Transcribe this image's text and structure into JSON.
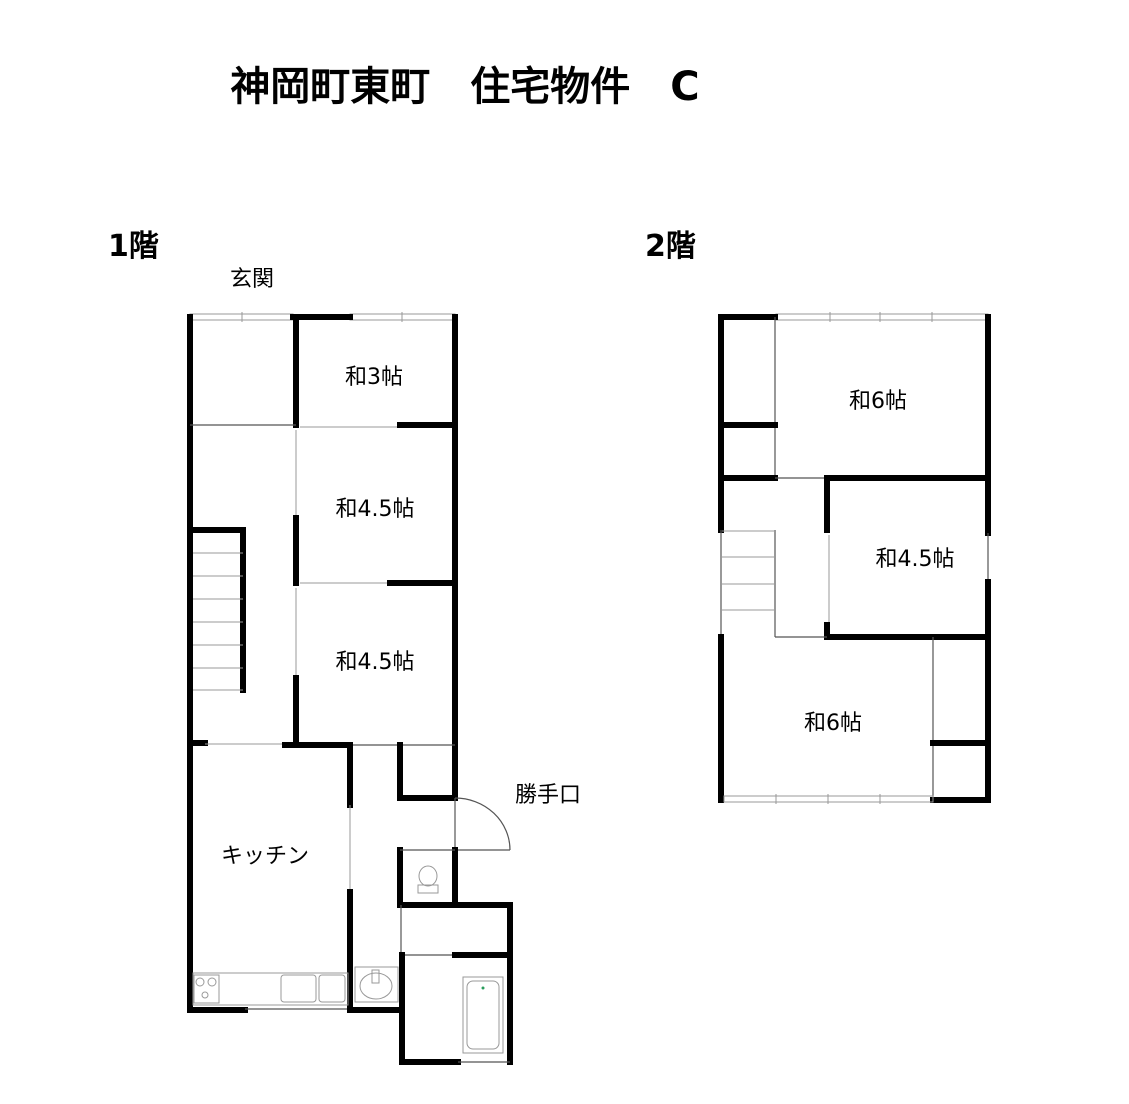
{
  "title": "神岡町東町　住宅物件　C",
  "floors": [
    {
      "label": "1階",
      "rooms": {
        "entrance": "玄関",
        "japanese_room_3": "和3帖",
        "japanese_room_45_upper": "和4.5帖",
        "japanese_room_45_lower": "和4.5帖",
        "kitchen": "キッチン",
        "back_door": "勝手口"
      }
    },
    {
      "label": "2階",
      "rooms": {
        "japanese_room_6_upper": "和6帖",
        "japanese_room_45": "和4.5帖",
        "japanese_room_6_lower": "和6帖"
      }
    }
  ],
  "colors": {
    "wall": "#000000",
    "fixture": "#999999",
    "bath_dot": "#2a9d5c"
  }
}
